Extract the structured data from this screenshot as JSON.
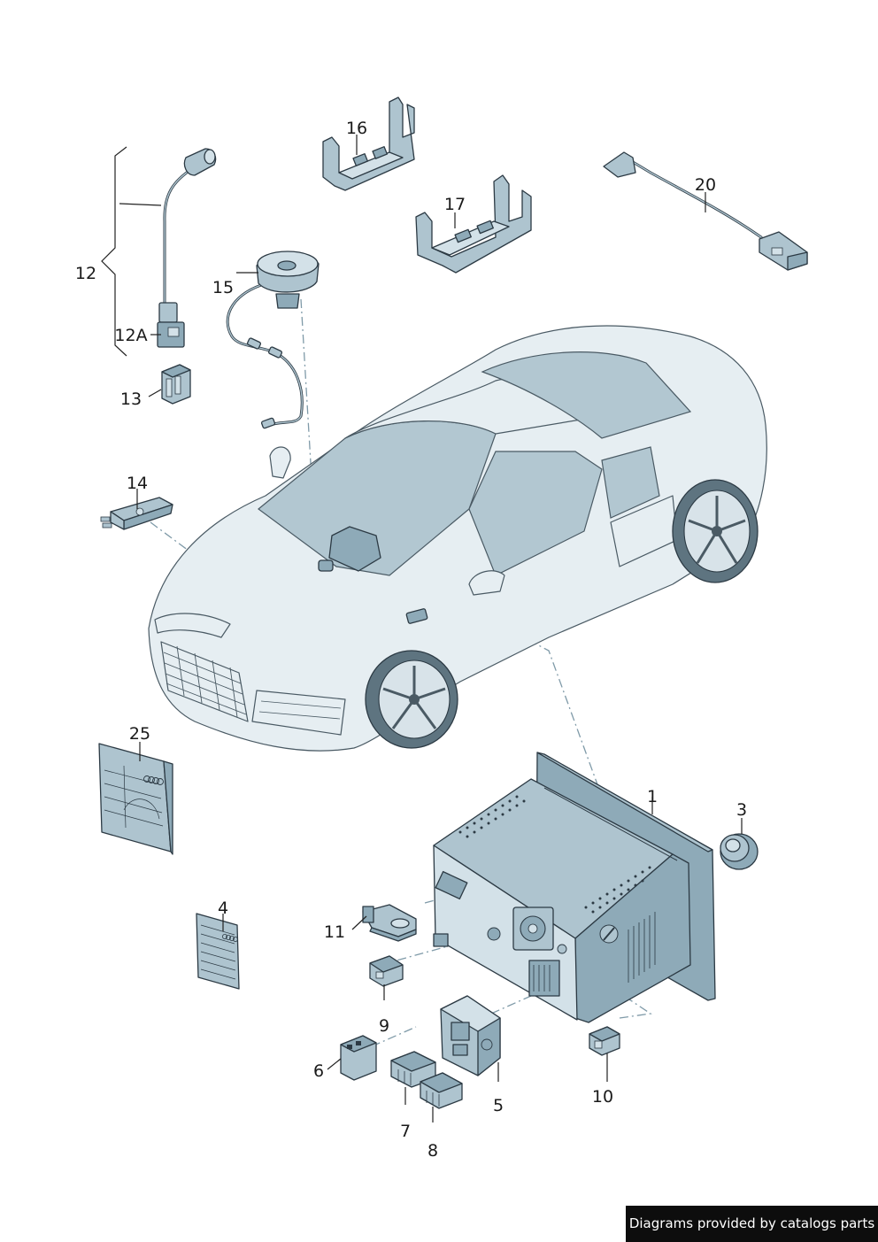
{
  "callouts": {
    "n1": "1",
    "n3": "3",
    "n4": "4",
    "n5": "5",
    "n6": "6",
    "n7": "7",
    "n8": "8",
    "n9": "9",
    "n10": "10",
    "n11": "11",
    "n12": "12",
    "n12a": "12A",
    "n13": "13",
    "n14": "14",
    "n15": "15",
    "n16": "16",
    "n17": "17",
    "n20": "20",
    "n25": "25"
  },
  "footer": {
    "credit": "Diagrams provided by catalogs parts"
  },
  "colors": {
    "part_fill": "#aec4cf",
    "part_dark": "#8eaab8",
    "outline": "#2c3a44",
    "dash_line": "#7f9aa8"
  }
}
